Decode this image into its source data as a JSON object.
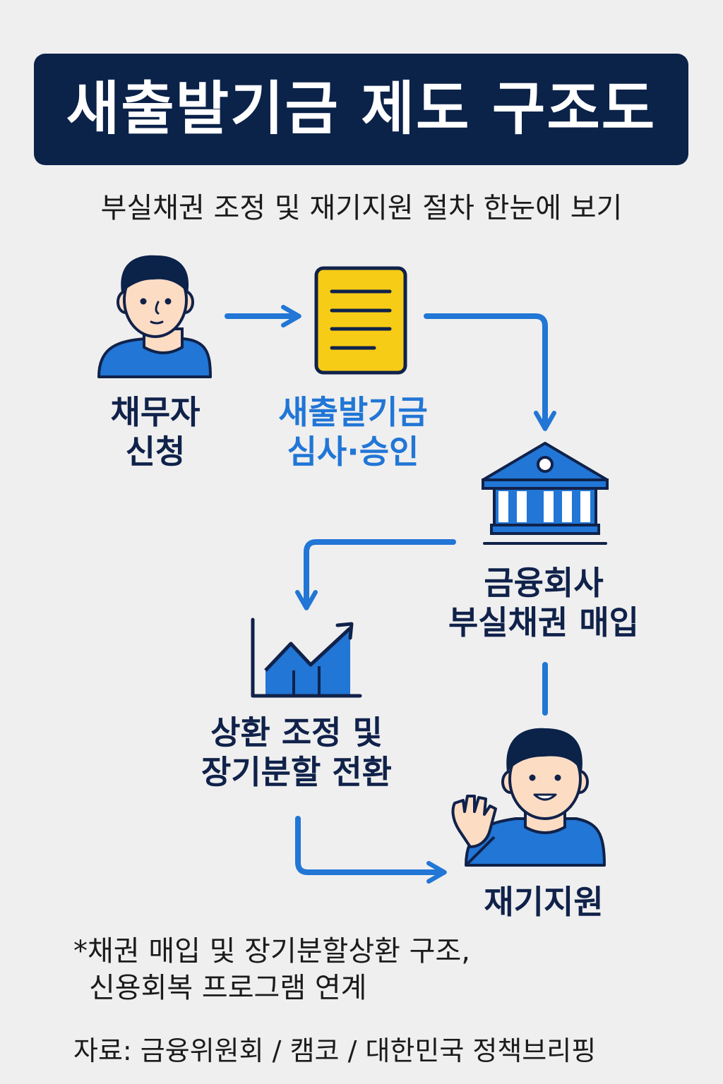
{
  "header": {
    "title": "새출발기금 제도 구조도",
    "subtitle": "부실채권 조정 및 재기지원 절차 한눈에 보기"
  },
  "steps": [
    {
      "line1": "채무자",
      "line2": "신청"
    },
    {
      "line1": "새출발기금",
      "line2": "심사·승인"
    },
    {
      "line1": "금융회사",
      "line2": "부실채권 매입"
    },
    {
      "line1": "상환 조정 및",
      "line2": "장기분할 전환"
    },
    {
      "line1": "재기지원"
    }
  ],
  "footnote": {
    "line1": "*채권 매입 및 장기분할상환 구조,",
    "line2": "신용회복 프로그램 연계"
  },
  "source": "자료: 금융위원회 / 캠코 / 대한민국 정책브리핑",
  "colors": {
    "navy": "#0b2249",
    "blue": "#2176d6",
    "yellow": "#f7cc16",
    "skin": "#fddcc4",
    "background": "#efefef"
  },
  "icons": [
    "person-icon",
    "document-icon",
    "bank-icon",
    "growth-chart-icon",
    "waving-person-icon"
  ]
}
